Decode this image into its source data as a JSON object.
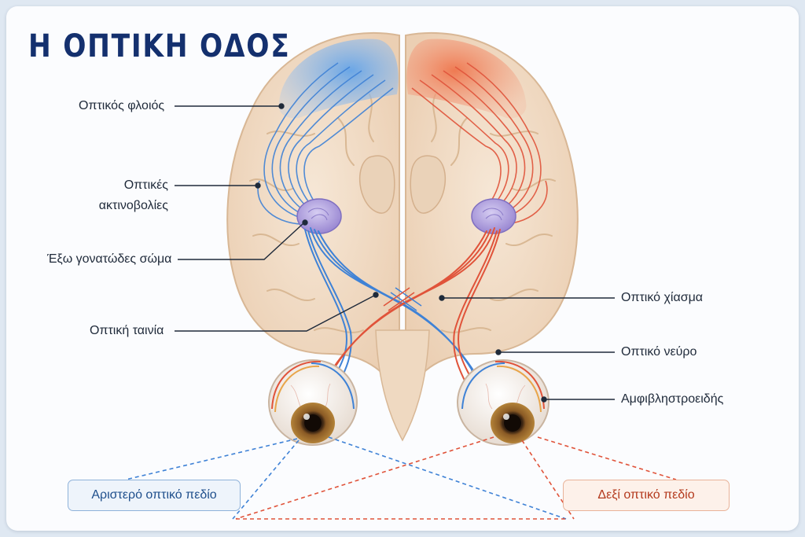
{
  "title": "Η ΟΠΤΙΚΗ ΟΔΟΣ",
  "labels": {
    "visual_cortex": "Οπτικός φλοιός",
    "optic_radiations_1": "Οπτικές",
    "optic_radiations_2": "ακτινοβολίες",
    "lgn": "Έξω γονατώδες σώμα",
    "optic_tract": "Οπτική ταινία",
    "optic_chiasm": "Οπτικό χίασμα",
    "optic_nerve": "Οπτικό νεύρο",
    "retina": "Αμφιβληστροειδής"
  },
  "fields": {
    "left": "Αριστερό οπτικό πεδίο",
    "right": "Δεξί οπτικό πεδίο"
  },
  "colors": {
    "left_pathway": "#3f82d6",
    "right_pathway": "#e0533a",
    "title": "#14306e",
    "brain": "#f1dcc6",
    "lgn": "#a99bdc"
  }
}
